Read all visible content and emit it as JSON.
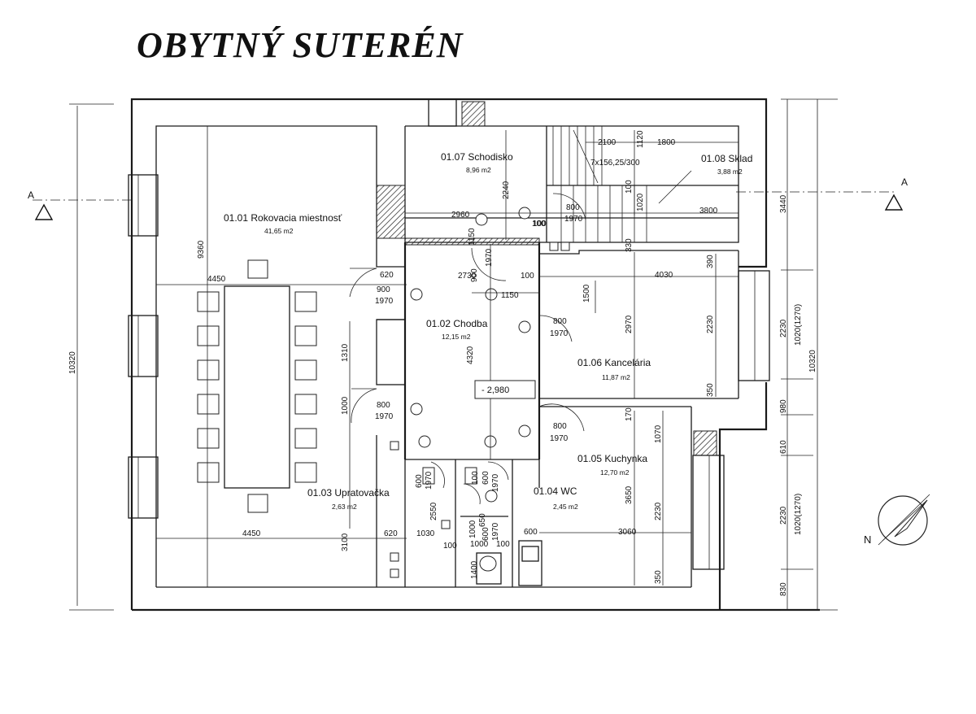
{
  "title": "OBYTNÝ SUTERÉN",
  "section_marker": "A",
  "north_label": "N",
  "level_mark": "- 2,980",
  "stair_spec": "7x156,25/300",
  "rooms": [
    {
      "name": "01.01 Rokovacia miestnosť",
      "area": "41,65 m2"
    },
    {
      "name": "01.02 Chodba",
      "area": "12,15 m2"
    },
    {
      "name": "01.03 Upratovačka",
      "area": "2,63 m2"
    },
    {
      "name": "01.04 WC",
      "area": "2,45 m2"
    },
    {
      "name": "01.05 Kuchynka",
      "area": "12,70 m2"
    },
    {
      "name": "01.06 Kancelária",
      "area": "11,87 m2"
    },
    {
      "name": "01.07 Schodisko",
      "area": "8,96 m2"
    },
    {
      "name": "01.08 Sklad",
      "area": "3,88 m2"
    }
  ],
  "dims": {
    "d4450_top": "4450",
    "d4450_bottom": "4450",
    "d9360": "9360",
    "d10320_left": "10320",
    "d620_a": "620",
    "d900": "900",
    "d1970_a": "1970",
    "d1310": "1310",
    "d1000": "1000",
    "d800_a": "800",
    "d1970_b": "1970",
    "d3100": "3100",
    "d620_b": "620",
    "d2960": "2960",
    "d2240": "2240",
    "d100_a": "100",
    "d1150_a": "1150",
    "d900_b": "900",
    "d1970_c": "1970",
    "d2730": "2730",
    "d100_b": "100",
    "d1150_b": "1150",
    "d4320": "4320",
    "d2100": "2100",
    "d1120": "1120",
    "d1800": "1800",
    "d800_b": "800",
    "d1970_d": "1970",
    "d100_c": "100",
    "d1020": "1020",
    "d100_d": "100",
    "d3800": "3800",
    "d330": "330",
    "d4030": "4030",
    "d390": "390",
    "d1500": "1500",
    "d800_c": "800",
    "d1970_e": "1970",
    "d2970": "2970",
    "d2230_a": "2230",
    "d350_a": "350",
    "d800_d": "800",
    "d1970_f": "1970",
    "d170": "170",
    "d1070": "1070",
    "d3650": "3650",
    "d2230_b": "2230",
    "d350_b": "350",
    "d600_a": "600",
    "d1970_g": "1970",
    "d2550": "2550",
    "d1030": "1030",
    "d100_e": "100",
    "d1000_b": "1000",
    "d650": "650",
    "d100_f": "100",
    "d600_b": "600",
    "d1970_h": "1970",
    "d1000_c": "1000",
    "d100_g": "100",
    "d1400": "1400",
    "d600_c": "600",
    "d1970_i": "1970",
    "d600_d": "600",
    "d3060": "3060",
    "d3440": "3440",
    "d2230_r1": "2230",
    "d1020_1270_a": "1020(1270)",
    "d10320_right": "10320",
    "d980": "980",
    "d610": "610",
    "d2230_r2": "2230",
    "d1020_1270_b": "1020(1270)",
    "d830": "830"
  }
}
